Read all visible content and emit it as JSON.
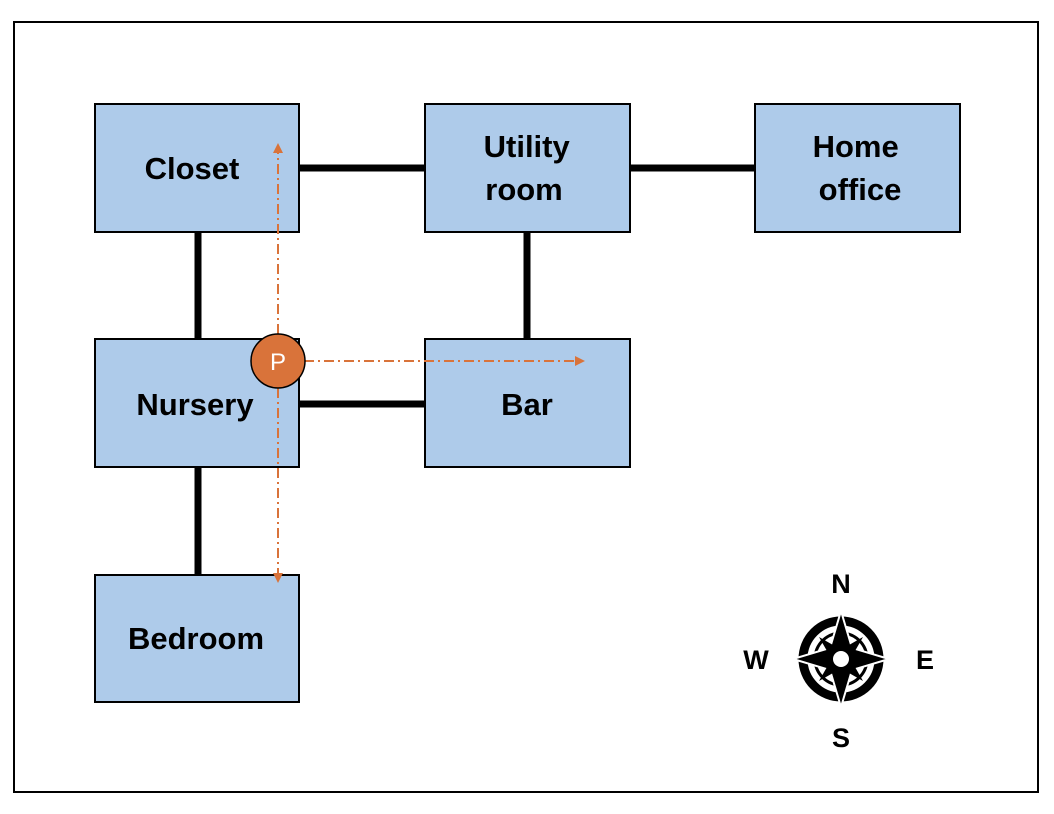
{
  "rooms": {
    "closet": {
      "label_lines": [
        "Closet"
      ]
    },
    "utility_room": {
      "label_lines": [
        "Utility",
        "room"
      ]
    },
    "home_office": {
      "label_lines": [
        "Home",
        "office"
      ]
    },
    "nursery": {
      "label_lines": [
        "Nursery"
      ]
    },
    "bar": {
      "label_lines": [
        "Bar"
      ]
    },
    "bedroom": {
      "label_lines": [
        "Bedroom"
      ]
    }
  },
  "connections": [
    [
      "closet",
      "utility_room"
    ],
    [
      "utility_room",
      "home_office"
    ],
    [
      "closet",
      "nursery"
    ],
    [
      "utility_room",
      "bar"
    ],
    [
      "nursery",
      "bar"
    ],
    [
      "nursery",
      "bedroom"
    ]
  ],
  "marker": {
    "label": "P",
    "directions": [
      "north",
      "east",
      "south"
    ]
  },
  "compass": {
    "north": "N",
    "south": "S",
    "east": "E",
    "west": "W"
  },
  "colors": {
    "room_fill": "#aecbea",
    "marker": "#d9733a",
    "connector": "#000000"
  }
}
